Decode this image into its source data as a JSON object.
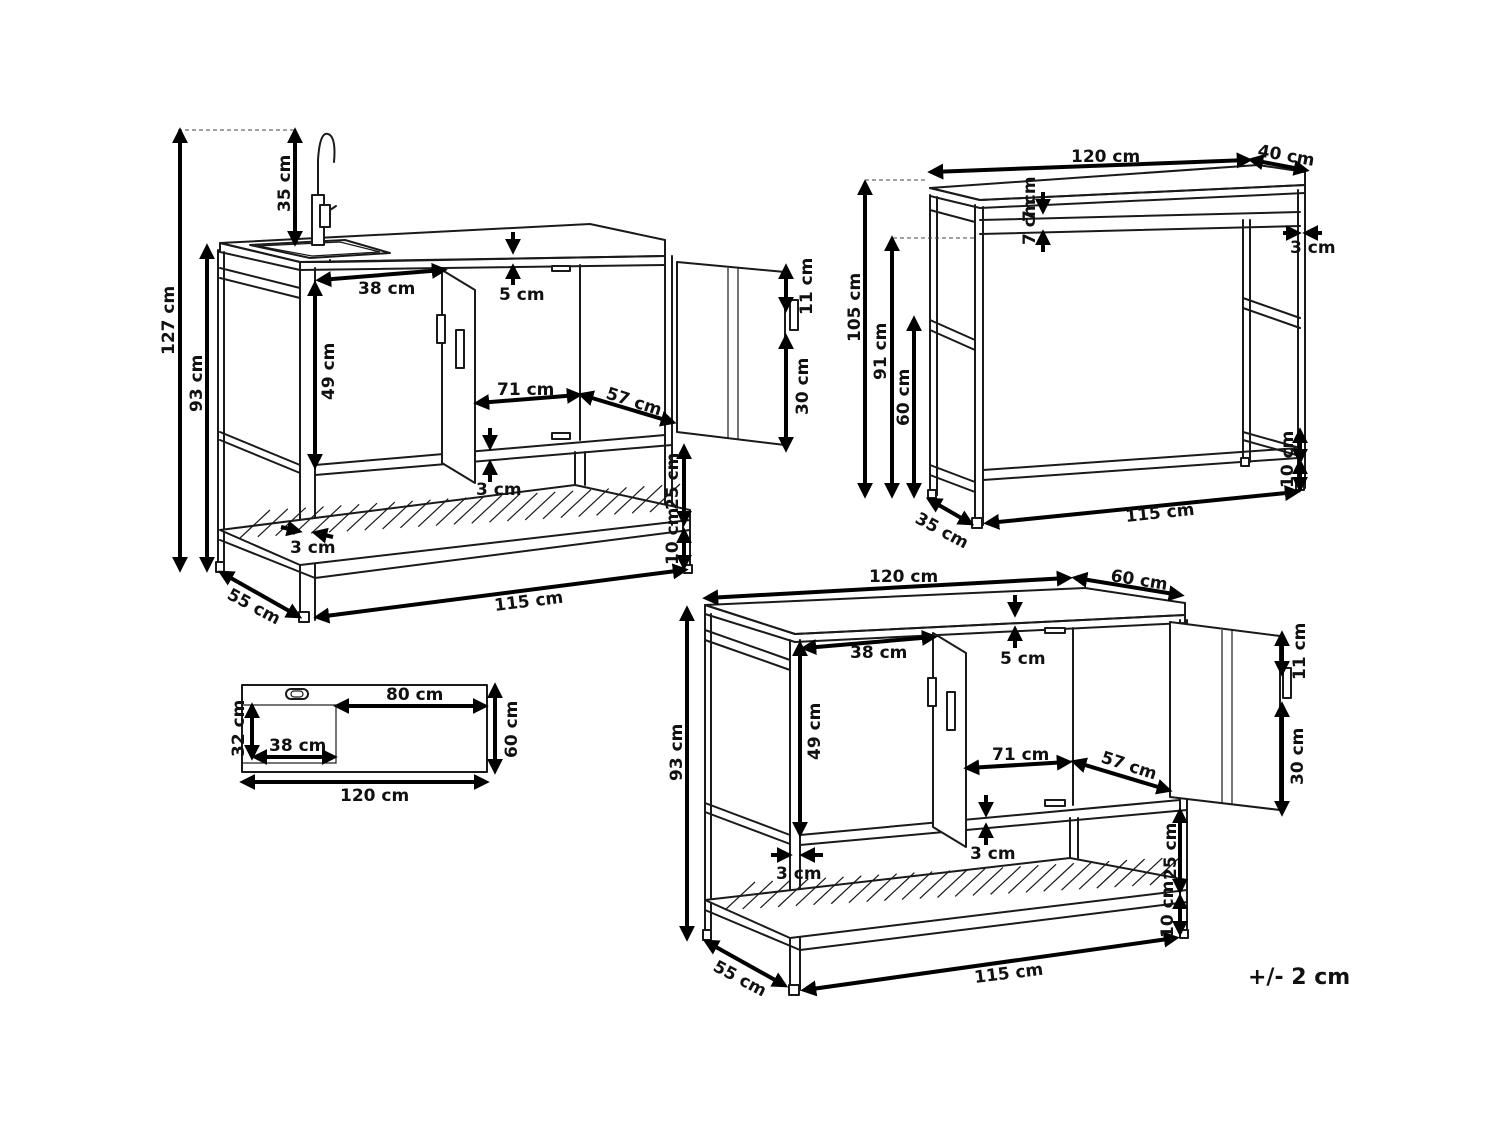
{
  "sink_unit": {
    "total_height": "127 cm",
    "faucet_height": "35 cm",
    "body_height": "93 cm",
    "shelf_width": "38 cm",
    "top_thickness": "5 cm",
    "door_height": "49 cm",
    "inner_width": "71 cm",
    "door_width": "57 cm",
    "handle_top": "11 cm",
    "handle_height": "30 cm",
    "bar_gap": "3 cm",
    "leg_bottom_gap": "25 cm",
    "foot_height": "10 cm",
    "leg_width": "3 cm",
    "depth": "55 cm",
    "length": "115 cm"
  },
  "console_table": {
    "width": "120 cm",
    "depth": "40 cm",
    "upper_gap": "7 cm",
    "lower_gap": "7 cm",
    "leg_width": "3 cm",
    "total_height": "105 cm",
    "frame_height": "91 cm",
    "lower_height": "60 cm",
    "foot_height": "10 cm",
    "side_depth": "35 cm",
    "length": "115 cm"
  },
  "top_view": {
    "length_80": "80 cm",
    "sink_depth": "32 cm",
    "sink_width": "38 cm",
    "depth": "60 cm",
    "width": "120 cm"
  },
  "cabinet_unit": {
    "width": "120 cm",
    "depth_top": "60 cm",
    "body_height": "93 cm",
    "shelf_width": "38 cm",
    "top_thickness": "5 cm",
    "door_height": "49 cm",
    "inner_width": "71 cm",
    "door_width": "57 cm",
    "handle_top": "11 cm",
    "handle_height": "30 cm",
    "bar_gap": "3 cm",
    "leg_width": "3 cm",
    "leg_bottom_gap": "25 cm",
    "foot_height": "10 cm",
    "depth": "55 cm",
    "length": "115 cm"
  },
  "tolerance": "+/- 2 cm"
}
